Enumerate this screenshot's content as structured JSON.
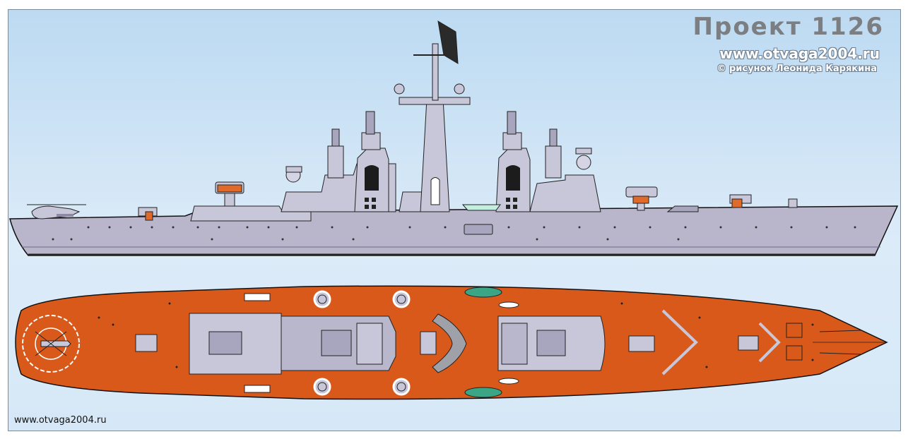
{
  "header": {
    "title": "Проект 1126",
    "website": "www.otvaga2004.ru",
    "credit": "© рисунок Леонида Карякина"
  },
  "footer": {
    "website": "www.otvaga2004.ru"
  },
  "colors": {
    "hull_side": "#b9b6cc",
    "deck_top": "#d9591b",
    "superstructure": "#c8c7da",
    "sky": "#bcdaf2"
  },
  "drawings": [
    "side-profile-view",
    "top-plan-view"
  ]
}
